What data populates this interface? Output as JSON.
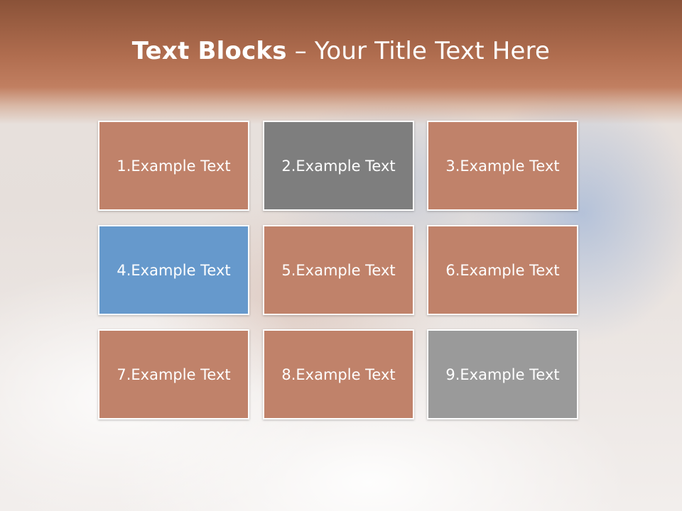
{
  "title": {
    "bold": "Text Blocks",
    "separator": " – ",
    "rest": "Your Title Text Here"
  },
  "colors": {
    "block_default": "#c0826a",
    "block_dark_gray": "#7e7e7e",
    "block_blue": "#6699cc",
    "block_light_gray": "#9a9a9a",
    "header_band": "#b06d4f"
  },
  "blocks": [
    {
      "label": "1.Example Text",
      "color": "#c0826a"
    },
    {
      "label": "2.Example Text",
      "color": "#7e7e7e"
    },
    {
      "label": "3.Example Text",
      "color": "#c0826a"
    },
    {
      "label": "4.Example Text",
      "color": "#6699cc"
    },
    {
      "label": "5.Example Text",
      "color": "#c0826a"
    },
    {
      "label": "6.Example Text",
      "color": "#c0826a"
    },
    {
      "label": "7.Example Text",
      "color": "#c0826a"
    },
    {
      "label": "8.Example Text",
      "color": "#c0826a"
    },
    {
      "label": "9.Example Text",
      "color": "#9a9a9a"
    }
  ]
}
